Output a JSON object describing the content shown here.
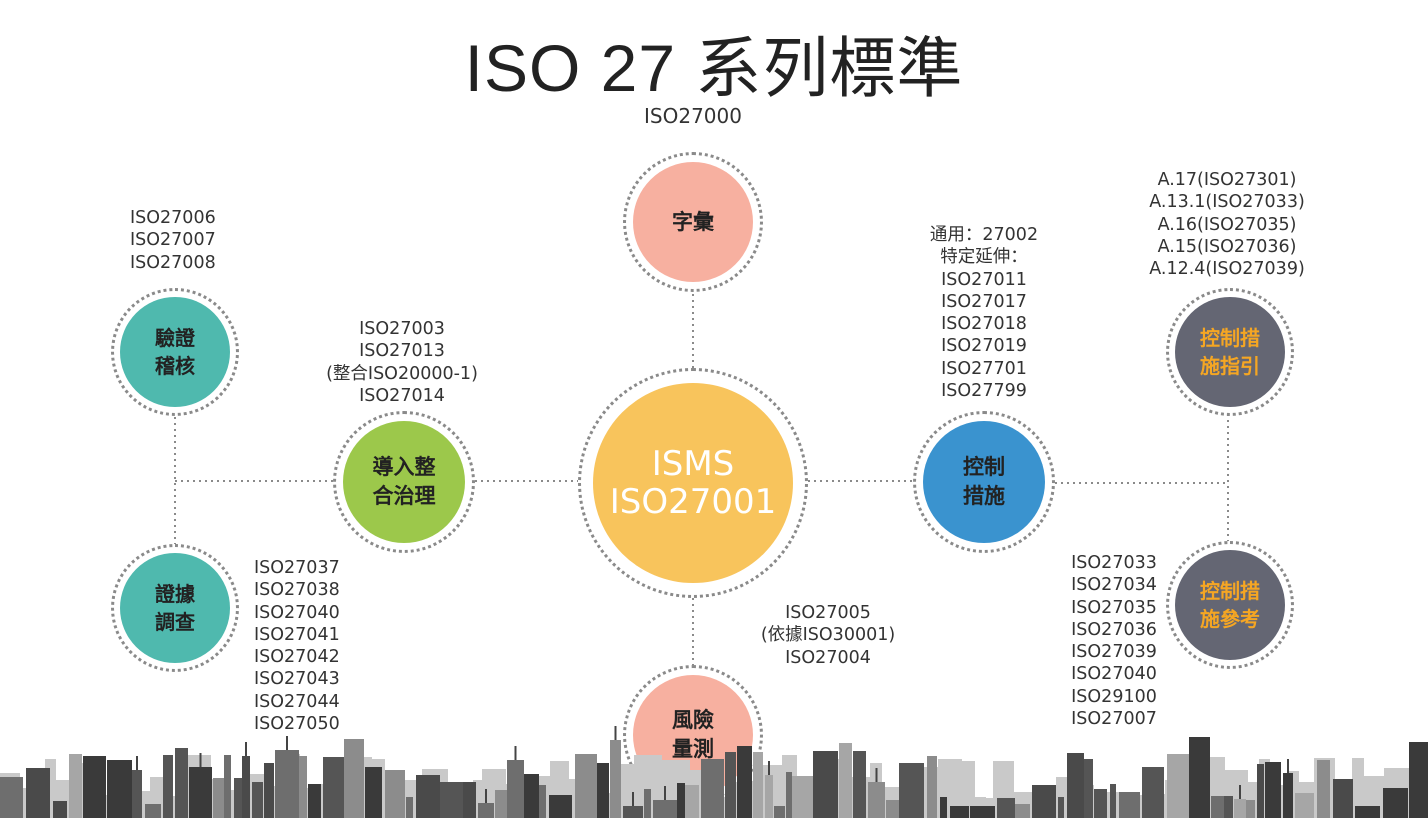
{
  "title": "ISO 27 系列標準",
  "colors": {
    "ismsOrange": "#f8c45c",
    "salmon": "#f7b0a0",
    "teal": "#4fb9ae",
    "green": "#9cc84b",
    "blue": "#3a93cf",
    "slate": "#646673",
    "gold": "#f5a623"
  },
  "nodes": {
    "isms": {
      "line1": "ISMS",
      "line2": "ISO27001"
    },
    "vocab": {
      "line1": "字彙"
    },
    "risk": {
      "line1": "風險",
      "line2": "量測"
    },
    "integration": {
      "line1": "導入整",
      "line2": "合治理"
    },
    "audit": {
      "line1": "驗證",
      "line2": "稽核"
    },
    "forensics": {
      "line1": "證據",
      "line2": "調查"
    },
    "controls": {
      "line1": "控制",
      "line2": "措施"
    },
    "guide": {
      "line1": "控制措",
      "line2": "施指引"
    },
    "reference": {
      "line1": "控制措",
      "line2": "施參考"
    }
  },
  "labels": {
    "vocab": [
      "ISO27000"
    ],
    "audit": [
      "ISO27006",
      "ISO27007",
      "ISO27008"
    ],
    "integration": [
      "ISO27003",
      "ISO27013",
      "(整合ISO20000-1)",
      "ISO27014"
    ],
    "forensics": [
      "ISO27037",
      "ISO27038",
      "ISO27040",
      "ISO27041",
      "ISO27042",
      "ISO27043",
      "ISO27044",
      "ISO27050"
    ],
    "risk": [
      "ISO27005",
      "(依據ISO30001)",
      "ISO27004"
    ],
    "controls": [
      "通用：27002",
      "特定延伸：",
      "ISO27011",
      "ISO27017",
      "ISO27018",
      "ISO27019",
      "ISO27701",
      "ISO27799"
    ],
    "guide": [
      "A.17(ISO27301)",
      "A.13.1(ISO27033)",
      "A.16(ISO27035)",
      "A.15(ISO27036)",
      "A.12.4(ISO27039)"
    ],
    "reference": [
      "ISO27033",
      "ISO27034",
      "ISO27035",
      "ISO27036",
      "ISO27039",
      "ISO27040",
      "ISO29100",
      "ISO27007"
    ]
  }
}
